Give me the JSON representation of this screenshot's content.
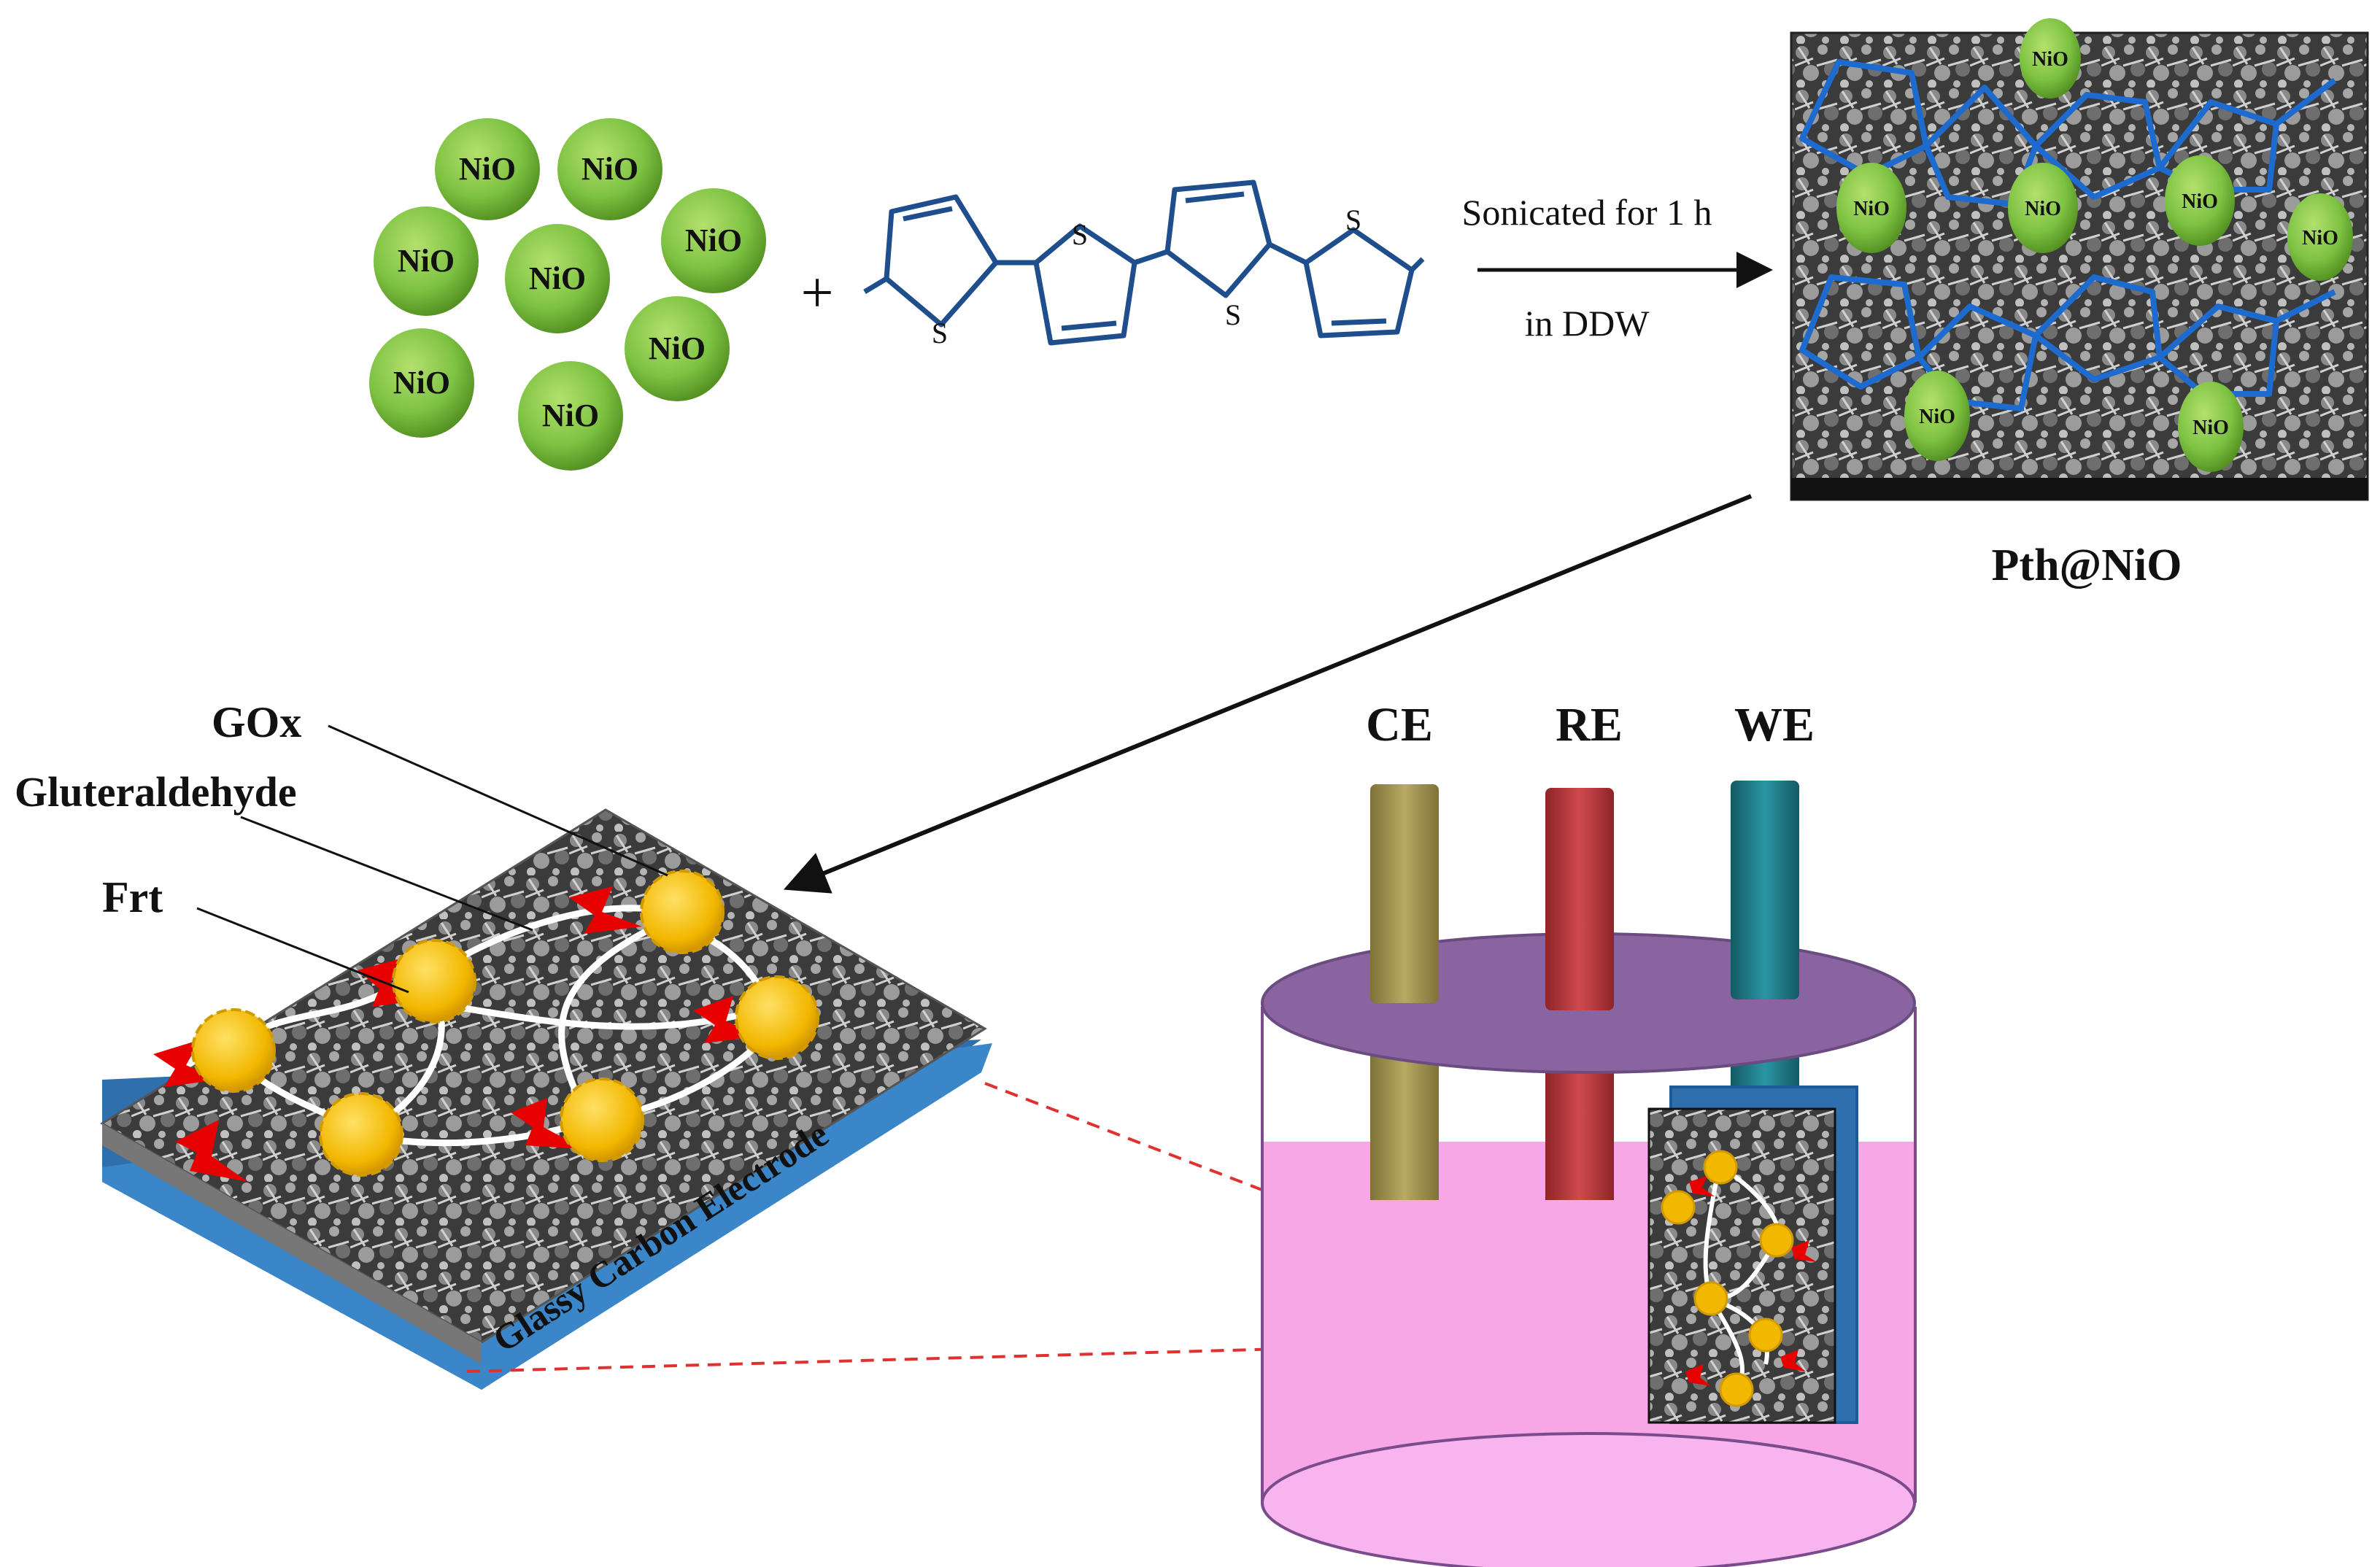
{
  "nio_label": "NiO",
  "plus_sign": "+",
  "thiophene_s": "S",
  "arrow_top_text": "Sonicated  for 1 h",
  "arrow_bottom_text": "in DDW",
  "product_label": "Pth@NiO",
  "electrode_labels": {
    "ce": "CE",
    "re": "RE",
    "we": "WE"
  },
  "layer_labels": {
    "gox": "GOx",
    "glut": "Gluteraldehyde",
    "frt": "Frt"
  },
  "electrode_name": "Glassy Carbon Electrode",
  "colors": {
    "nio_green": "#7dc242",
    "polymer_blue": "#1f4e8c",
    "gox_orange": "#f2b800",
    "frt_red": "#e60000",
    "ce_rod": "#a09350",
    "re_rod": "#b5383c",
    "we_rod": "#1f7a86",
    "lid": "#8a64a0",
    "solution": "#f7a6e6",
    "gce_blue": "#3a86c8"
  }
}
